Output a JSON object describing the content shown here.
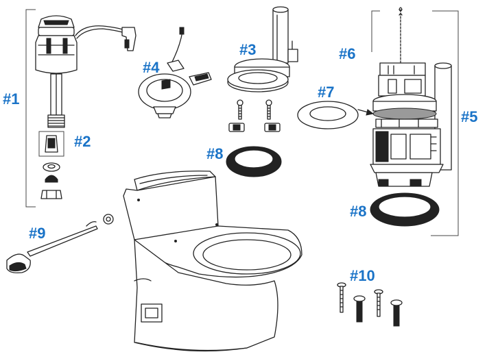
{
  "labels": {
    "p1": "#1",
    "p2": "#2",
    "p3": "#3",
    "p4": "#4",
    "p5": "#5",
    "p6": "#6",
    "p7": "#7",
    "p8a": "#8",
    "p8b": "#8",
    "p9": "#9",
    "p10": "#10"
  },
  "colors": {
    "label": "#1a73c7",
    "line": "#222222",
    "background": "#ffffff"
  }
}
